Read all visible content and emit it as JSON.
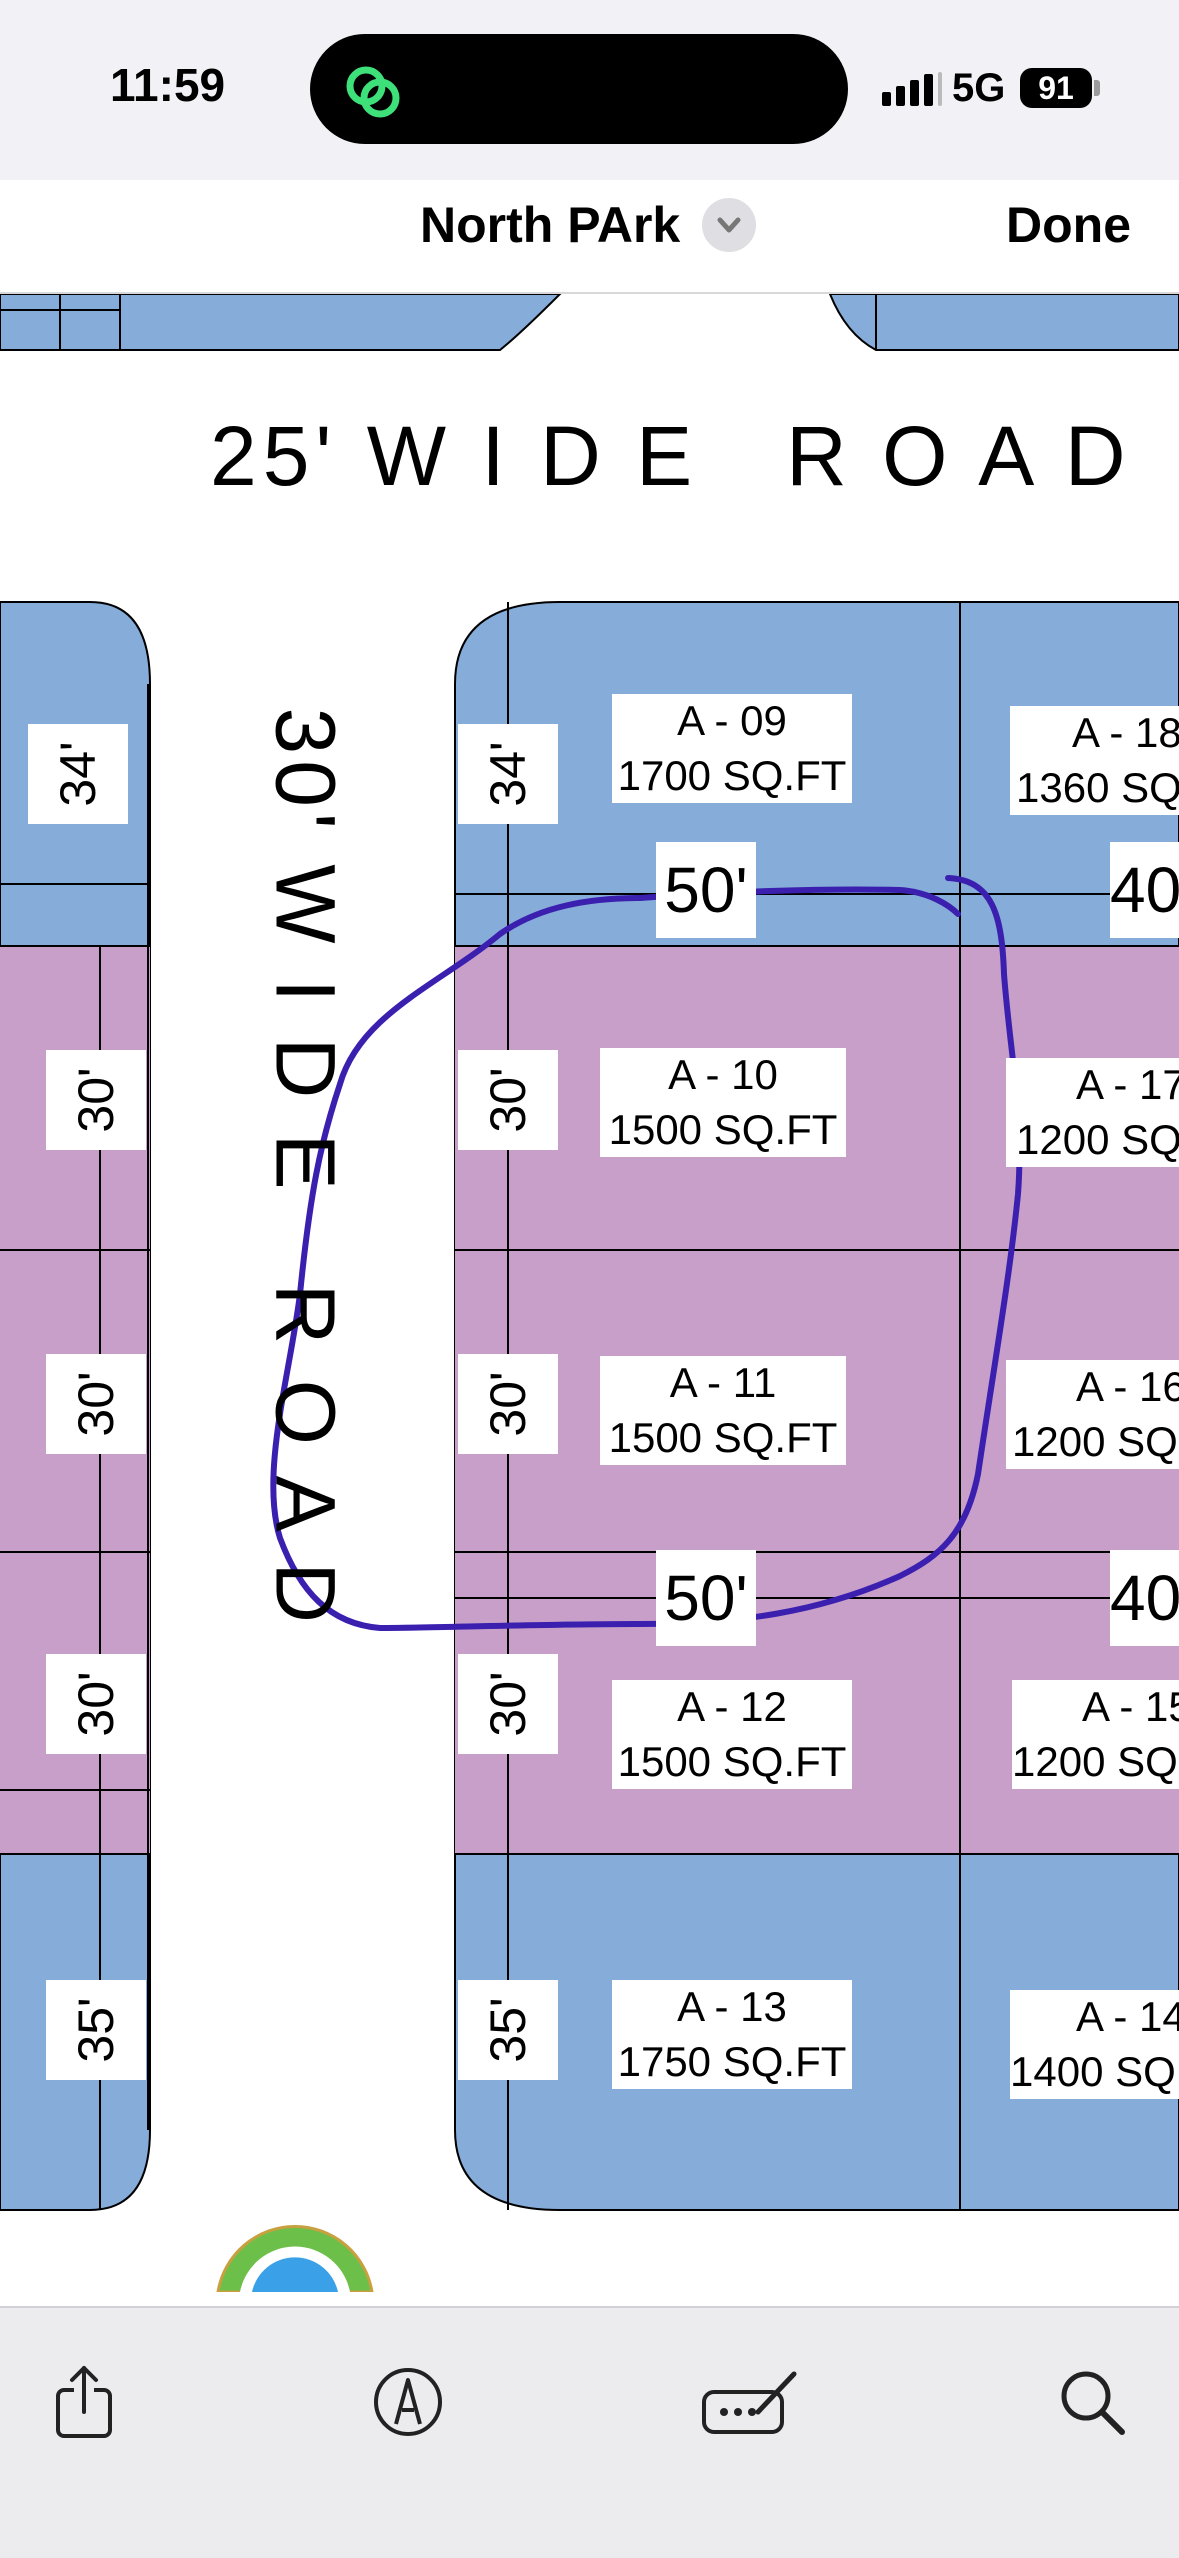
{
  "status": {
    "time": "11:59",
    "network": "5G",
    "battery": "91"
  },
  "header": {
    "title": "North PArk",
    "done_label": "Done"
  },
  "map": {
    "top_road": "25' W I D E   R O A D",
    "side_road": "30' W I D E   R O A D",
    "plots": [
      {
        "id": "A - 09",
        "area": "1700 SQ.FT"
      },
      {
        "id": "A - 10",
        "area": "1500 SQ.FT"
      },
      {
        "id": "A - 11",
        "area": "1500 SQ.FT"
      },
      {
        "id": "A - 12",
        "area": "1500 SQ.FT"
      },
      {
        "id": "A - 13",
        "area": "1750 SQ.FT"
      },
      {
        "id": "A - 18",
        "area": "1360 SQ"
      },
      {
        "id": "A - 17",
        "area": "1200 SQ"
      },
      {
        "id": "A - 16",
        "area": "1200 SQ"
      },
      {
        "id": "A - 15",
        "area": "1200 SQ"
      },
      {
        "id": "A - 14",
        "area": "1400 SQ"
      }
    ],
    "dims": {
      "d34": "34'",
      "d30": "30'",
      "d35": "35'",
      "d50": "50'",
      "d40": "40"
    },
    "colors": {
      "blue_plot": "#86acd9",
      "pink_plot": "#c89fc8",
      "annotation": "#3b20b0"
    }
  },
  "toolbar": {
    "icons": [
      "share-icon",
      "markup-icon",
      "signature-icon",
      "search-icon"
    ]
  }
}
